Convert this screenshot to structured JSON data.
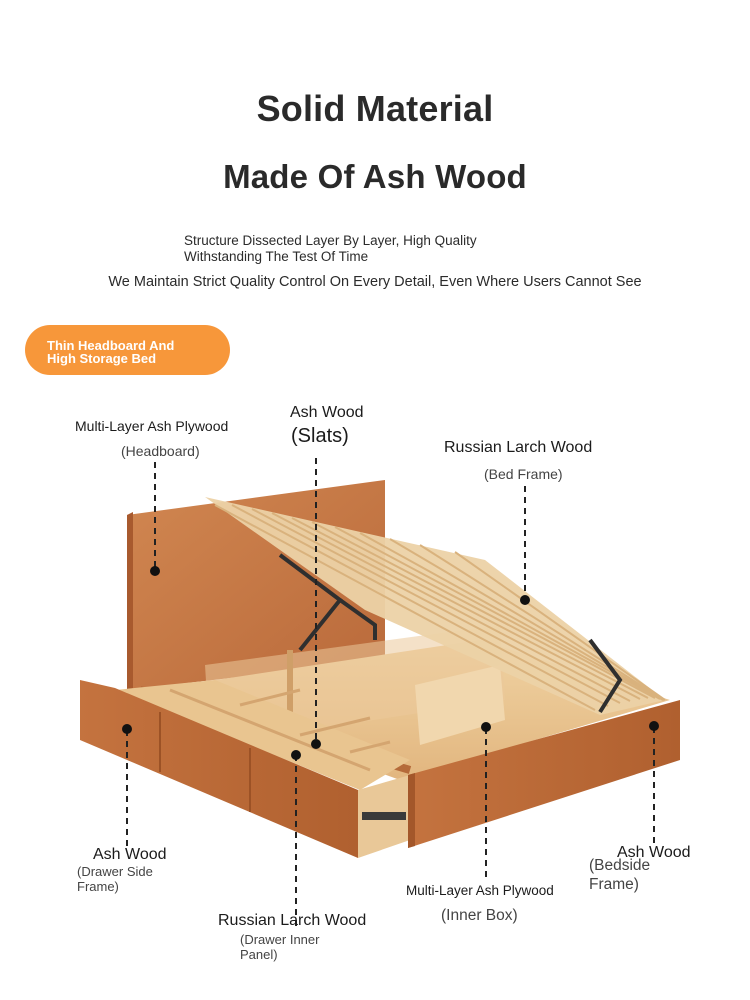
{
  "header": {
    "title_line1": "Solid Material",
    "title_line2": "Made Of Ash Wood",
    "subtitle_line1": "Structure Dissected Layer By Layer, High Quality",
    "subtitle_line2": "Withstanding The Test Of Time",
    "statement": "We Maintain Strict Quality Control On Every Detail, Even Where Users Cannot See"
  },
  "badge": {
    "line1": "Thin Headboard And",
    "line2": "High Storage Bed",
    "color": "#f7973a"
  },
  "callouts": {
    "headboard": {
      "material": "Multi-Layer Ash Plywood",
      "part": "(Headboard)"
    },
    "slats": {
      "material": "Ash Wood",
      "part": "(Slats)"
    },
    "bed_frame": {
      "material": "Russian Larch Wood",
      "part": "(Bed Frame)"
    },
    "drawer_side": {
      "material": "Ash Wood",
      "part_line1": "(Drawer Side",
      "part_line2": "Frame)"
    },
    "drawer_inner": {
      "material": "Russian Larch Wood",
      "part_line1": "(Drawer Inner",
      "part_line2": "Panel)"
    },
    "inner_box": {
      "material": "Multi-Layer Ash Plywood",
      "part": "(Inner Box)"
    },
    "bedside": {
      "material": "Ash Wood",
      "part_line1": "(Bedside",
      "part_line2": "Frame)"
    }
  },
  "colors": {
    "wood_dark": "#b8683b",
    "wood_mid": "#d48f5a",
    "wood_light": "#e8c28f",
    "slat": "#ecd2a6",
    "accent": "#f7973a"
  }
}
